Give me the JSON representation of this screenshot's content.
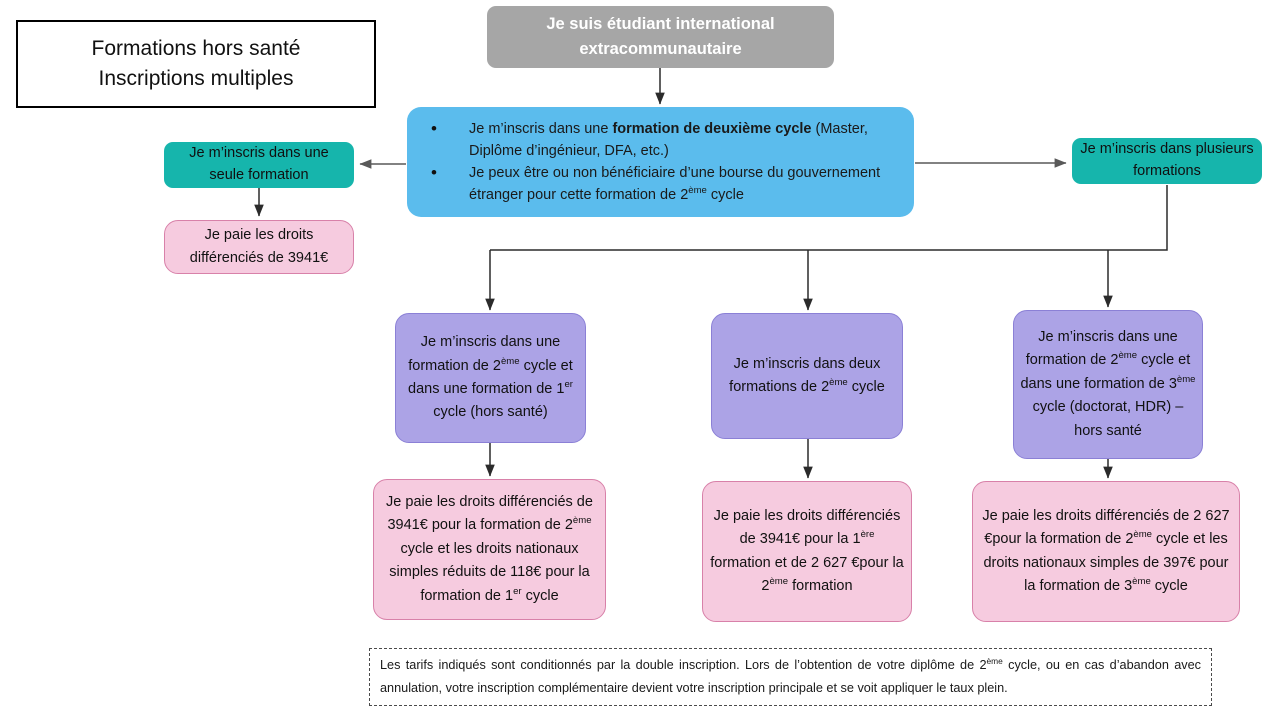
{
  "title_card": {
    "line1": "Formations hors santé",
    "line2": "Inscriptions multiples"
  },
  "header": {
    "label": "Je suis étudiant international extracommunautaire"
  },
  "info_box": {
    "bullet1_pre": "Je m’inscris dans une ",
    "bullet1_bold": "formation de deuxième cycle",
    "bullet1_post": " (Master, Diplôme d’ingénieur, DFA, etc.)",
    "bullet2": "Je peux être ou non bénéficiaire d’une bourse du gouvernement étranger pour cette formation de 2ème cycle"
  },
  "branches": {
    "single": "Je m’inscris dans une seule formation",
    "multi": "Je m’inscris dans plusieurs formations"
  },
  "outcomes": {
    "single_fee": "Je paie les droits différenciés de 3941€"
  },
  "cases": [
    {
      "id": "case-1",
      "condition": "Je m’inscris dans une formation de 2ème cycle et dans une formation de 1er cycle (hors santé)",
      "fee": "Je paie les droits différenciés de 3941€ pour la formation de 2ème cycle et les droits nationaux simples réduits de 118€ pour la formation de 1er cycle"
    },
    {
      "id": "case-2",
      "condition": "Je m’inscris dans deux formations de 2ème cycle",
      "fee": "Je paie les droits différenciés de 3941€ pour la 1ère formation et de 2 627 €pour la 2ème formation"
    },
    {
      "id": "case-3",
      "condition": "Je m’inscris dans une formation de 2ème cycle et dans une formation de 3ème cycle (doctorat, HDR) – hors santé",
      "fee": "Je paie les droits différenciés de 2 627 €pour la formation de 2ème cycle et les droits nationaux simples de 397€ pour la formation de 3ème cycle"
    }
  ],
  "footer": {
    "note": "Les tarifs indiqués sont conditionnés par la double inscription. Lors de l’obtention de votre diplôme de 2ème cycle, ou en cas d’abandon avec annulation, votre inscription complémentaire devient votre inscription principale et se voit appliquer le taux plein."
  },
  "colors": {
    "header": "#a6a6a6",
    "info": "#5bbced",
    "teal": "#16b5ac",
    "purple": "#aca3e6",
    "pink": "#f6cbdf",
    "connector_dark": "#2b2b2b",
    "connector_gray": "#595959"
  }
}
